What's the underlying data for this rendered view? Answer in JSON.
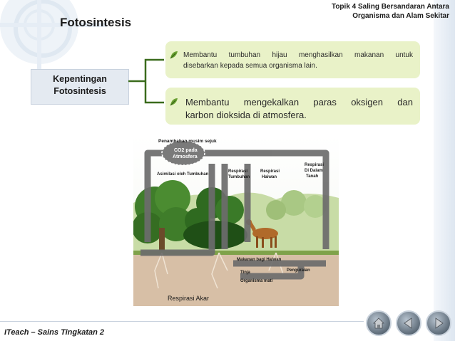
{
  "header": {
    "topic_line1": "Topik 4 Saling Bersandaran Antara",
    "topic_line2": "Organisma dan Alam Sekitar",
    "title": "Fotosintesis"
  },
  "concept": {
    "line1": "Kepentingan",
    "line2": "Fotosintesis"
  },
  "points": [
    {
      "line1": "Membantu tumbuhan hijau menghasilkan makanan untuk",
      "line2": "disebarkan kepada semua organisma lain."
    },
    {
      "line1": "Membantu mengekalkan paras oksigen dan",
      "line2": "karbon dioksida di atmosfera."
    }
  ],
  "diagram": {
    "top_label": "Penambahan musim sejuk",
    "co2_line1": "CO2 pada",
    "co2_line2": "Atmosfera",
    "asimilasi": "Asimilasi oleh Tumbuhan",
    "resp_tumbuhan_1": "Respirasi",
    "resp_tumbuhan_2": "Tumbuhan",
    "resp_haiwan_1": "Respirasi",
    "resp_haiwan_2": "Haiwan",
    "resp_tanah_1": "Respirasi",
    "resp_tanah_2": "Di Dalam",
    "resp_tanah_3": "Tanah",
    "makanan": "Makanan bagi Haiwan",
    "tinja": "Tinja",
    "penguraian": "Penguraian",
    "organisma_mati": "Organisma mati",
    "respirasi_akar": "Respirasi Akar"
  },
  "footer": {
    "text": "ITeach – Sains Tingkatan 2"
  },
  "nav": {
    "home": "home-icon",
    "prev": "prev-arrow-icon",
    "next": "next-arrow-icon"
  }
}
